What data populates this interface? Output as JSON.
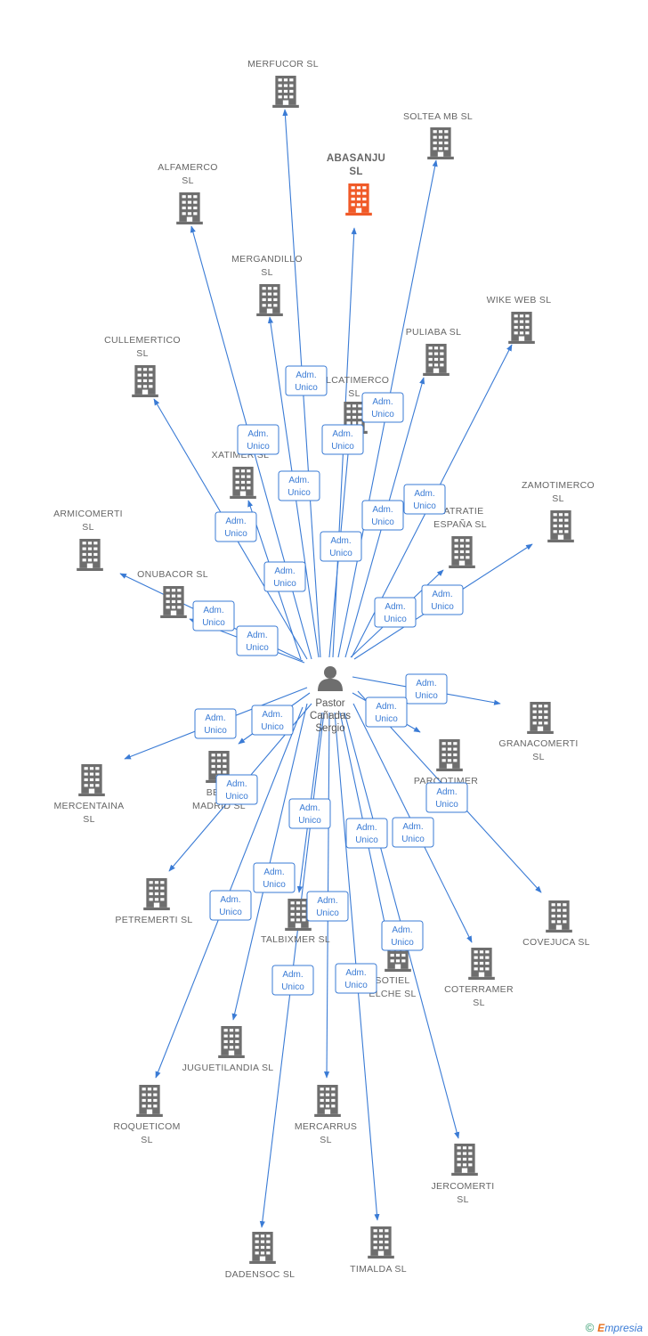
{
  "center": {
    "name_lines": [
      "Pastor",
      "Cañadas",
      "Sergio"
    ],
    "icon": "person-icon"
  },
  "role_label_lines": [
    "Adm.",
    "Unico"
  ],
  "colors": {
    "edge": "#3a7bd5",
    "node": "#6e6e6e",
    "highlight": "#f05a28",
    "badge_border": "#3a7bd5"
  },
  "companies": [
    {
      "id": "merfucor",
      "lines": [
        "MERFUCOR  SL"
      ]
    },
    {
      "id": "soltea-mb",
      "lines": [
        "SOLTEA MB  SL"
      ]
    },
    {
      "id": "abasanju",
      "lines": [
        "ABASANJU",
        "SL"
      ],
      "highlight": true
    },
    {
      "id": "alfamerco",
      "lines": [
        "ALFAMERCO",
        "SL"
      ]
    },
    {
      "id": "mergandillo",
      "lines": [
        "MERGANDILLO",
        "SL"
      ]
    },
    {
      "id": "wike-web",
      "lines": [
        "WIKE WEB  SL"
      ]
    },
    {
      "id": "puliaba",
      "lines": [
        "PULIABA  SL"
      ]
    },
    {
      "id": "cullemertico",
      "lines": [
        "CULLEMERTICO",
        "SL"
      ]
    },
    {
      "id": "alcatimerco",
      "lines": [
        "ALCATIMERCO",
        "SL"
      ]
    },
    {
      "id": "xatimer",
      "lines": [
        "XATIMER  SL"
      ]
    },
    {
      "id": "zamotimerco",
      "lines": [
        "ZAMOTIMERCO",
        "SL"
      ]
    },
    {
      "id": "catratie",
      "lines": [
        "CATRATIE",
        "ESPAÑA  SL"
      ]
    },
    {
      "id": "armicomerti",
      "lines": [
        "ARMICOMERTI",
        "SL"
      ]
    },
    {
      "id": "onubacor",
      "lines": [
        "ONUBACOR  SL"
      ]
    },
    {
      "id": "granacomerti",
      "lines": [
        "GRANACOMERTI",
        "SL"
      ]
    },
    {
      "id": "mercentaina",
      "lines": [
        "MERCENTAINA",
        "SL"
      ]
    },
    {
      "id": "best-madrid",
      "lines": [
        "BEST",
        "MADRID  SL"
      ]
    },
    {
      "id": "parcotimer",
      "lines": [
        "PARCOTIMER"
      ]
    },
    {
      "id": "petremerti",
      "lines": [
        "PETREMERTI  SL"
      ]
    },
    {
      "id": "covejuca",
      "lines": [
        "COVEJUCA SL"
      ]
    },
    {
      "id": "talbixmer",
      "lines": [
        "TALBIXMER  SL"
      ]
    },
    {
      "id": "sotiel-elche",
      "lines": [
        "SOTIEL",
        "ELCHE  SL"
      ]
    },
    {
      "id": "coterramer",
      "lines": [
        "COTERRAMER",
        "SL"
      ]
    },
    {
      "id": "juguetilandia",
      "lines": [
        "JUGUETILANDIA SL"
      ]
    },
    {
      "id": "roqueticom",
      "lines": [
        "ROQUETICOM",
        "SL"
      ]
    },
    {
      "id": "mercarrus",
      "lines": [
        "MERCARRUS",
        "SL"
      ]
    },
    {
      "id": "jercomerti",
      "lines": [
        "JERCOMERTI",
        "SL"
      ]
    },
    {
      "id": "dadensoc",
      "lines": [
        "DADENSOC  SL"
      ]
    },
    {
      "id": "timalda",
      "lines": [
        "TIMALDA  SL"
      ]
    }
  ],
  "footer": {
    "copyright_symbol": "©",
    "brand_initial": "E",
    "brand_rest": "mpresia"
  }
}
